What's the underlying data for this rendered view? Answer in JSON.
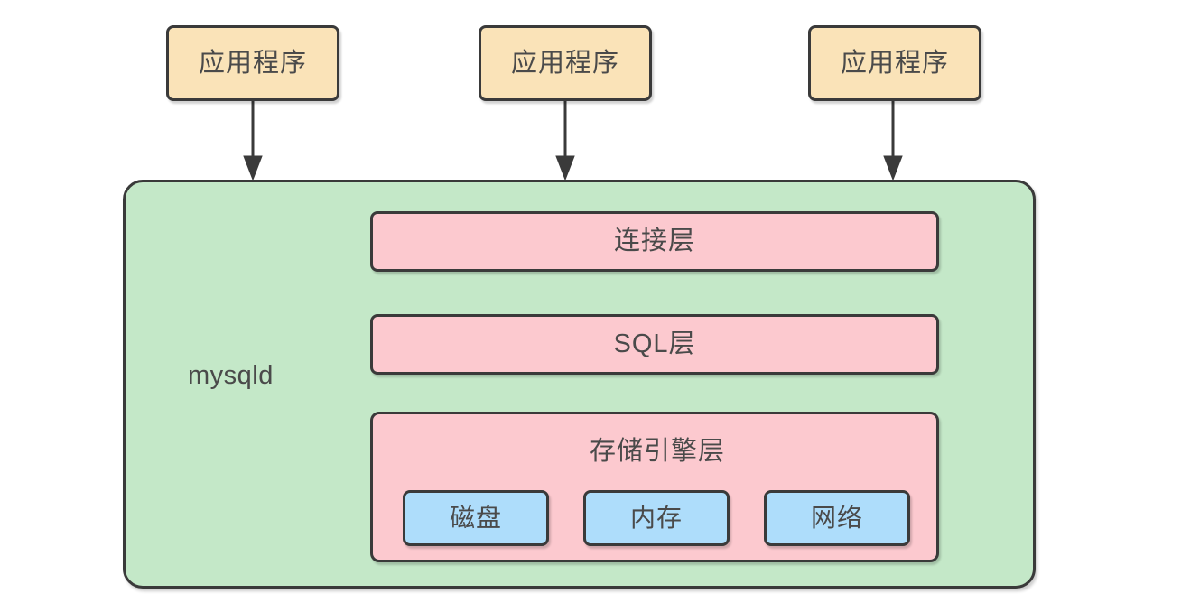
{
  "diagram": {
    "title": "MySQL mysqld architecture layers",
    "colors": {
      "app_fill": "#fae3b8",
      "container_fill": "#c4e8c8",
      "layer_fill": "#fcc9cf",
      "resource_fill": "#aeddfb",
      "stroke": "#3a3a3a",
      "text": "#4a4a4a"
    },
    "apps": [
      {
        "label": "应用程序"
      },
      {
        "label": "应用程序"
      },
      {
        "label": "应用程序"
      }
    ],
    "container": {
      "label": "mysqld"
    },
    "layers": [
      {
        "label": "连接层"
      },
      {
        "label": "SQL层"
      },
      {
        "label": "存储引擎层"
      }
    ],
    "resources": [
      {
        "label": "磁盘"
      },
      {
        "label": "内存"
      },
      {
        "label": "网络"
      }
    ],
    "arrows": [
      {
        "from": "应用程序",
        "to": "mysqld",
        "direction": "down"
      },
      {
        "from": "应用程序",
        "to": "mysqld",
        "direction": "down"
      },
      {
        "from": "应用程序",
        "to": "mysqld",
        "direction": "down"
      }
    ]
  }
}
